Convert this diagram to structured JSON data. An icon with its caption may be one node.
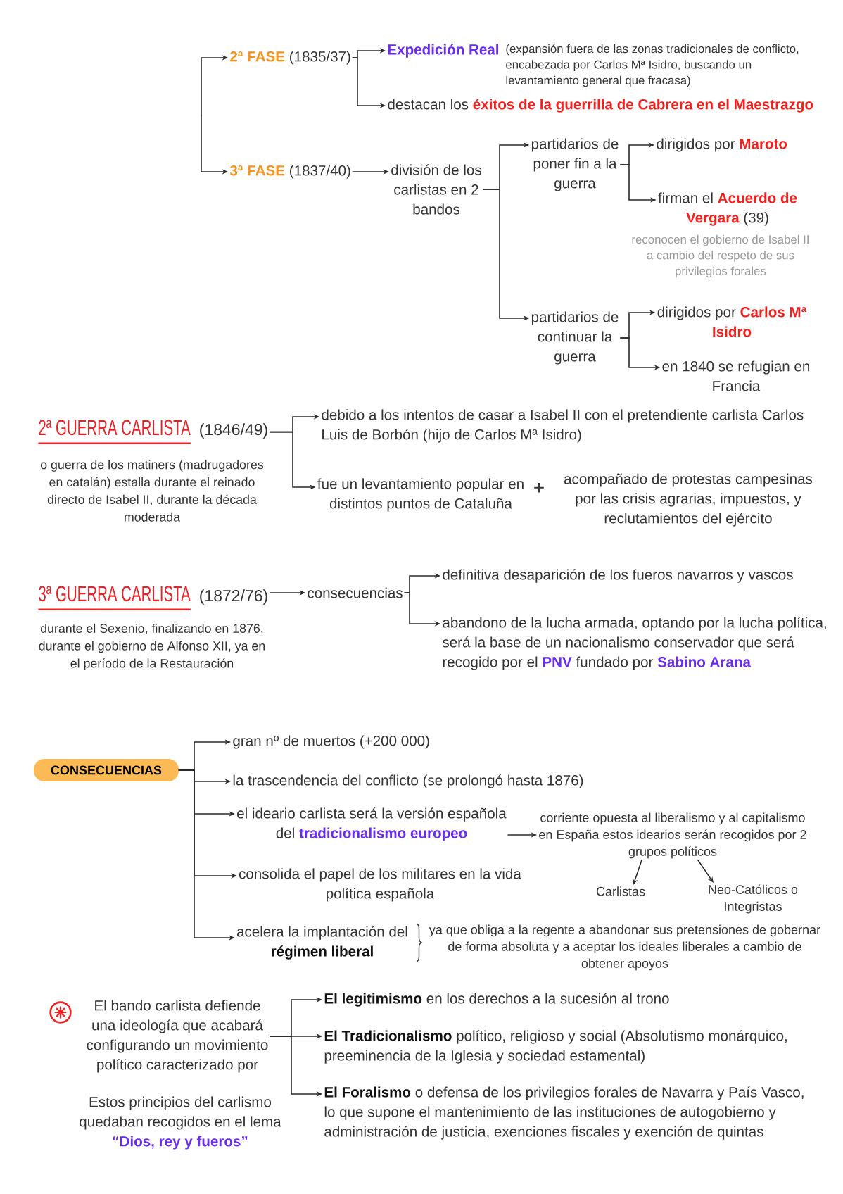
{
  "diagram": {
    "nodes": [
      {
        "text": [
          "**2ª FASE** (1835/37)"
        ]
      },
      {
        "text": [
          "Expedición Real"
        ],
        "beside": [
          "(expansión fuera de las zonas tradicionales de conflicto, encabezada por Carlos Mª Isidro, buscando un levantamiento general que fracasa)"
        ]
      },
      {
        "text": [
          "destacan los **éxitos de la guerrilla de Cabrera en el Maestrazgo**"
        ]
      },
      {
        "text": [
          "**3ª FASE** (1837/40)"
        ]
      },
      {
        "text": [
          "división de los carlistas en 2 bandos"
        ]
      },
      {
        "text": [
          "partidarios de poner fin a la guerra"
        ]
      },
      {
        "text": [
          "dirigidos por **Maroto**"
        ]
      },
      {
        "text": [
          "firman el **Acuerdo de Vergara** (39)"
        ],
        "beside": [
          "reconocen el gobierno de Isabel II a cambio del respeto de sus privilegios forales"
        ]
      },
      {
        "text": [
          "partidarios de continuar la guerra"
        ]
      },
      {
        "text": [
          "dirigidos por **Carlos Mª Isidro**"
        ]
      },
      {
        "text": [
          "en 1840 se refugian en Francia"
        ]
      },
      {
        "text": [
          "2ª GUERRA CARLISTA",
          "(1846/49)"
        ],
        "beside": [
          "o guerra de los matiners (madrugadores en catalán) estalla durante el reinado directo de Isabel II, durante la década moderada"
        ]
      },
      {
        "text": [
          "debido a los intentos de casar a Isabel II con el pretendiente carlista Carlos Luis de Borbón (hijo de Carlos Mª Isidro)"
        ]
      },
      {
        "text": [
          "fue un levantamiento popular en distintos puntos de Cataluña"
        ]
      },
      {
        "text": [
          "3ª GUERRA CARLISTA",
          "(1872/76)"
        ],
        "beside": [
          "durante el Sexenio, finalizando en 1876, durante el gobierno de Alfonso XII, ya en el período de la Restauración"
        ]
      },
      {
        "text": [
          "consecuencias"
        ]
      },
      {
        "text": [
          "definitiva desaparición de los fueros navarros y vascos"
        ]
      },
      {
        "text": [
          "abandono de la lucha armada, optando por la lucha política, será la base de un nacionalismo conservador que será recogido por el **PNV** fundado por **Sabino Arana**"
        ]
      },
      {
        "text": [
          "CONSECUENCIAS"
        ]
      },
      {
        "text": [
          "gran nº de muertos (+200 000)"
        ]
      },
      {
        "text": [
          "la trascendencia del conflicto (se prolongó hasta 1876)"
        ]
      },
      {
        "text": [
          "el ideario carlista será la versión española del **tradicionalismo europeo**"
        ]
      },
      {
        "text": [
          "corriente opuesta al liberalismo y al capitalismo en España estos idearios serán recogidos por 2 grupos políticos"
        ]
      },
      {
        "text": [
          "Carlistas"
        ]
      },
      {
        "text": [
          "Neo-Católicos o Integristas"
        ]
      },
      {
        "text": [
          "consolida el papel de los militares en la vida política española"
        ]
      },
      {
        "text": [
          "acelera la implantación del **régimen liberal**"
        ]
      },
      {
        "text": [
          "El bando carlista defiende una ideología que acabará configurando un movimiento político caracterizado por"
        ]
      },
      {
        "text": [
          "**El legitimismo** en los derechos a la sucesión al trono"
        ]
      },
      {
        "text": [
          "**El Tradicionalismo** político, religioso y social (Absolutismo monárquico, preeminencia de la Iglesia y sociedad estamental)"
        ]
      },
      {
        "text": [
          "**El Foralismo** o defensa de los privilegios forales de Navarra y País Vasco, lo que supone el mantenimiento de las instituciones de autogobierno y administración de justicia, exenciones fiscales y exención de quintas"
        ]
      }
    ],
    "edges": [
      {
        "from": null,
        "to": 0,
        "arrow": "to"
      },
      {
        "from": null,
        "to": 3,
        "arrow": "to"
      },
      {
        "from": 0,
        "to": 1,
        "arrow": "to"
      },
      {
        "from": 0,
        "to": 2,
        "arrow": "to"
      },
      {
        "from": 3,
        "to": 4,
        "arrow": "to"
      },
      {
        "from": 4,
        "to": 5,
        "arrow": "to"
      },
      {
        "from": 4,
        "to": 8,
        "arrow": "to"
      },
      {
        "from": 5,
        "to": 6,
        "arrow": "to"
      },
      {
        "from": 5,
        "to": 7,
        "arrow": "to"
      },
      {
        "from": 8,
        "to": 9,
        "arrow": "to"
      },
      {
        "from": 8,
        "to": 10,
        "arrow": "to"
      },
      {
        "from": 11,
        "to": 12,
        "arrow": "to"
      },
      {
        "from": 11,
        "to": 13,
        "arrow": "to"
      },
      {
        "from": 14,
        "to": 15,
        "arrow": "to"
      },
      {
        "from": 15,
        "to": 16,
        "arrow": "to"
      },
      {
        "from": 15,
        "to": 17,
        "arrow": "to"
      },
      {
        "from": 18,
        "to": 19,
        "arrow": "to"
      },
      {
        "from": 18,
        "to": 20,
        "arrow": "to"
      },
      {
        "from": 18,
        "to": 21,
        "arrow": "to"
      },
      {
        "from": 18,
        "to": 25,
        "arrow": "to"
      },
      {
        "from": 18,
        "to": 26,
        "arrow": "to"
      },
      {
        "from": 21,
        "to": 22,
        "arrow": "to"
      },
      {
        "from": 22,
        "to": 23,
        "arrow": "to"
      },
      {
        "from": 22,
        "to": 24,
        "arrow": "to"
      },
      {
        "from": 27,
        "to": 28,
        "arrow": "to"
      },
      {
        "from": 27,
        "to": 29,
        "arrow": "to"
      },
      {
        "from": 27,
        "to": 30,
        "arrow": "to"
      }
    ],
    "labels": [
      "+",
      "acompañado de protestas campesinas por las crisis agrarias, impuestos, y reclutamientos del ejército",
      "ya que obliga a la regente a abandonar sus pretensiones de gobernar de forma absoluta y a aceptar los ideales liberales a cambio de obtener apoyos",
      "Estos principios del carlismo quedaban recogidos en el lema **“Dios, rey y fueros”**"
    ]
  }
}
